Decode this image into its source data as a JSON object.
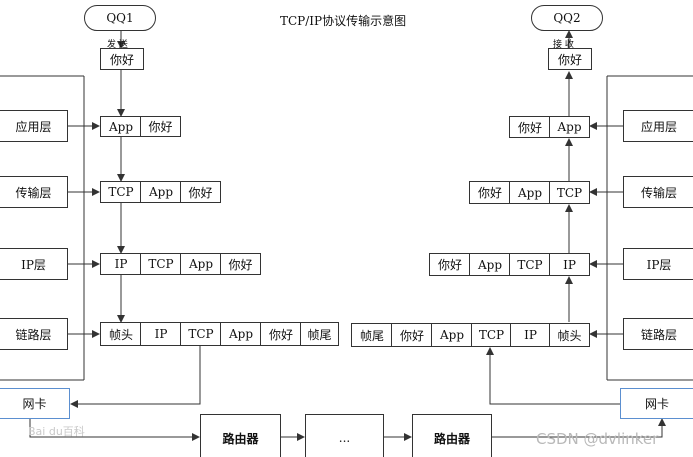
{
  "title": "TCP/IP协议传输示意图",
  "sender": {
    "name": "QQ1",
    "action": "发 送",
    "message": "你好"
  },
  "receiver": {
    "name": "QQ2",
    "action": "接 收",
    "message": "你好"
  },
  "layers": {
    "application": "应用层",
    "transport": "传输层",
    "ip": "IP层",
    "link": "链路层"
  },
  "packets": {
    "left_app": [
      "App",
      "你好"
    ],
    "left_tcp": [
      "TCP",
      "App",
      "你好"
    ],
    "left_ip": [
      "IP",
      "TCP",
      "App",
      "你好"
    ],
    "left_link": [
      "帧头",
      "IP",
      "TCP",
      "App",
      "你好",
      "帧尾"
    ],
    "right_app": [
      "你好",
      "App"
    ],
    "right_tcp": [
      "你好",
      "App",
      "TCP"
    ],
    "right_ip": [
      "你好",
      "App",
      "TCP",
      "IP"
    ],
    "right_link": [
      "帧尾",
      "你好",
      "App",
      "TCP",
      "IP",
      "帧头"
    ]
  },
  "nic": {
    "left": "网卡",
    "right": "网卡"
  },
  "network": {
    "router1": "路由器",
    "ellipsis": "...",
    "router2": "路由器"
  },
  "watermarks": {
    "left": "Bai du百科",
    "right": "CSDN @dvlinker"
  },
  "colors": {
    "line": "#333333",
    "nic_border": "#5b8fd0",
    "watermark": "#c9c9c9"
  }
}
